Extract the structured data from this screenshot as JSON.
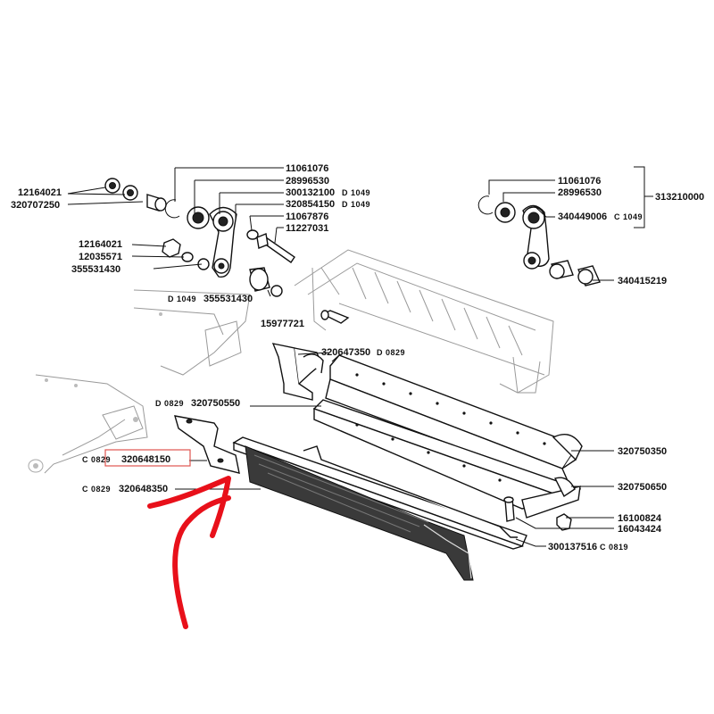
{
  "labels": {
    "p11061076_left": "11061076",
    "p28996530_left": "28996530",
    "p300132100": "300132100",
    "p320854150": "320854150",
    "p11067876": "11067876",
    "p11227031": "11227031",
    "p12164021_a": "12164021",
    "p320707250": "320707250",
    "p12164021_b": "12164021",
    "p12035571": "12035571",
    "p355531430_a": "355531430",
    "p355531430_b": "355531430",
    "p15977721": "15977721",
    "p320647350": "320647350",
    "p320750550": "320750550",
    "p320648150": "320648150",
    "p320648350": "320648350",
    "p11061076_right": "11061076",
    "p28996530_right": "28996530",
    "p313210000": "313210000",
    "p340449006": "340449006",
    "p340415219": "340415219",
    "p320750350": "320750350",
    "p320750650": "320750650",
    "p16100824": "16100824",
    "p16043424": "16043424",
    "p300137516": "300137516"
  },
  "codes": {
    "d1049_a": "D 1049",
    "d1049_b": "D 1049",
    "d1049_c": "D 1049",
    "c1049": "C 1049",
    "d0829_a": "D 0829",
    "d0829_b": "D 0829",
    "c0829_a": "C 0829",
    "c0829_b": "C 0829",
    "c0819": "C 0819"
  },
  "colors": {
    "line": "#111111",
    "highlight_box": "#e0554f",
    "arrow": "#e8101a",
    "faint": "#9a9a9a"
  }
}
